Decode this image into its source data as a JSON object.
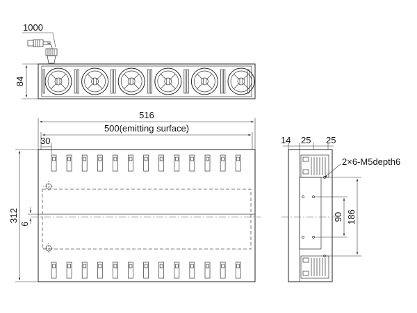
{
  "dimensions": {
    "cable_length": "1000",
    "height": "84",
    "overall_length": "516",
    "emitting_surface": "500(emitting surface)",
    "slot_offset": "30",
    "overall_width": "312",
    "center_offset": "6",
    "side_14": "14",
    "side_25_a": "25",
    "side_25_b": "25",
    "thread_spec": "2×6-M5depth6",
    "hole_pitch_90": "90",
    "hole_pitch_186": "186"
  },
  "fan_count": 6,
  "vent_slots_per_row": 13
}
